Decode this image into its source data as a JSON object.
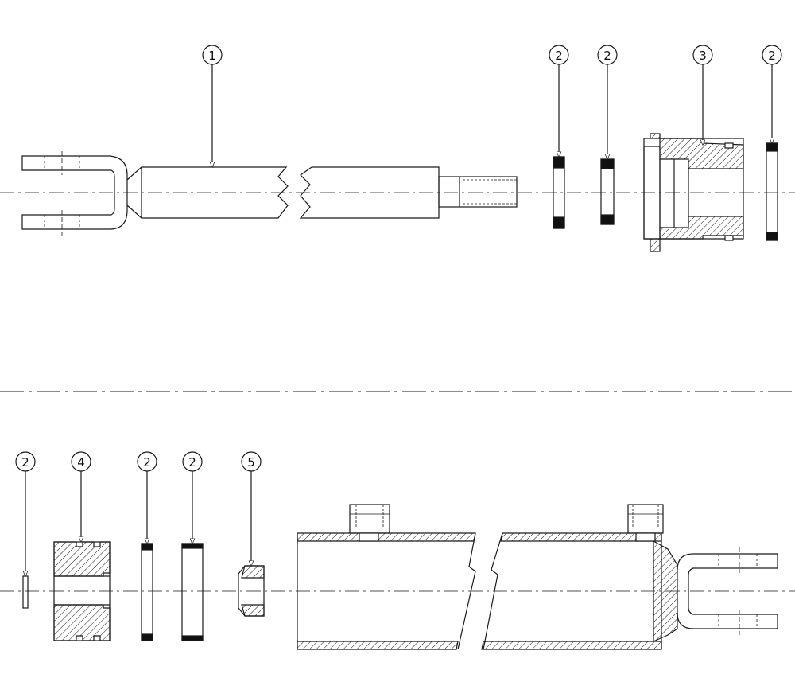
{
  "diagram": {
    "type": "exploded-parts-diagram",
    "colors": {
      "line": "#1a1a1a",
      "seal": "#111111",
      "paper": "#ffffff"
    },
    "callouts": {
      "rod": "1",
      "rod_seal_a": "2",
      "rod_seal_b": "2",
      "gland": "3",
      "gland_oring": "2",
      "piston_backup": "2",
      "piston": "4",
      "piston_seal_a": "2",
      "piston_seal_b": "2",
      "nut": "5"
    }
  }
}
